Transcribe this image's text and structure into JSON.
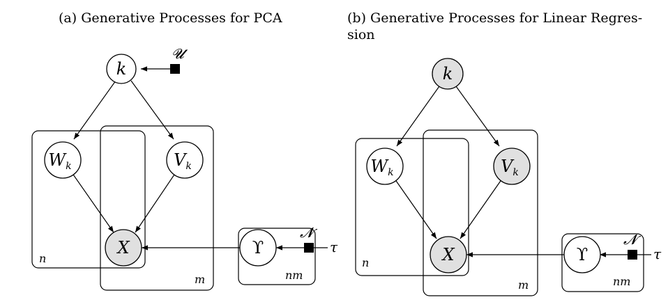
{
  "captions": {
    "a": "(a) Generative Processes for PCA",
    "b": "(b) Generative Processes for Linear Regres-\nsion"
  },
  "diagram_a": {
    "nodes": {
      "k": {
        "label": "k",
        "observed": false
      },
      "w": {
        "label": "W",
        "sub": "k",
        "observed": false
      },
      "v": {
        "label": "V",
        "sub": "k",
        "observed": false
      },
      "x": {
        "label": "X",
        "observed": true
      },
      "upsilon": {
        "label": "ϒ",
        "observed": false
      }
    },
    "factor_labels": {
      "uniform": "𝓤",
      "normal": "𝓝"
    },
    "parameter": "τ",
    "plates": {
      "n": "n",
      "m": "m",
      "nm": "nm"
    }
  },
  "diagram_b": {
    "nodes": {
      "k": {
        "label": "k",
        "observed": true
      },
      "w": {
        "label": "W",
        "sub": "k",
        "observed": false
      },
      "v": {
        "label": "V",
        "sub": "k",
        "observed": true
      },
      "x": {
        "label": "X",
        "observed": true
      },
      "upsilon": {
        "label": "ϒ",
        "observed": false
      }
    },
    "factor_labels": {
      "normal": "𝓝"
    },
    "parameter": "τ",
    "plates": {
      "n": "n",
      "m": "m",
      "nm": "nm"
    }
  },
  "colors": {
    "observed_fill": "#e0e0e0",
    "latent_fill": "#ffffff",
    "stroke": "#000000"
  }
}
